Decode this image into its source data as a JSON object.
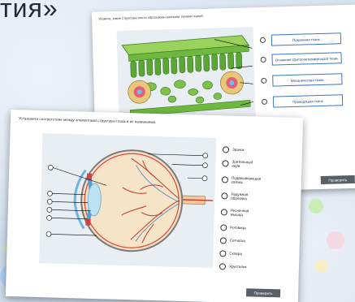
{
  "heading": "тия»",
  "back_card": {
    "prompt": "Укажите, какие структуры листа образованы разными типами тканей.",
    "options": [
      "Покровная ткань",
      "Основная (фотосинтезирующая) ткань",
      "Механическая ткань",
      "Проводящая ткань"
    ],
    "check_label": "Проверить"
  },
  "front_card": {
    "prompt": "Установите соответствие между элементами структуры глаза и их названиями.",
    "options": [
      "Зрачок",
      "Зрительный нерв",
      "Подвешивающая связка",
      "Радужная оболочка",
      "Ресничная мышца",
      "Роговица",
      "Сетчатка",
      "Склера",
      "Хрусталик"
    ],
    "check_label": "Проверить"
  },
  "colors": {
    "leaf_green": "#6fb83f",
    "pill_border": "#3a76c8",
    "button": "#5a5f66",
    "vessel": "#c0392b",
    "iris_blue": "#4fa3d8"
  }
}
